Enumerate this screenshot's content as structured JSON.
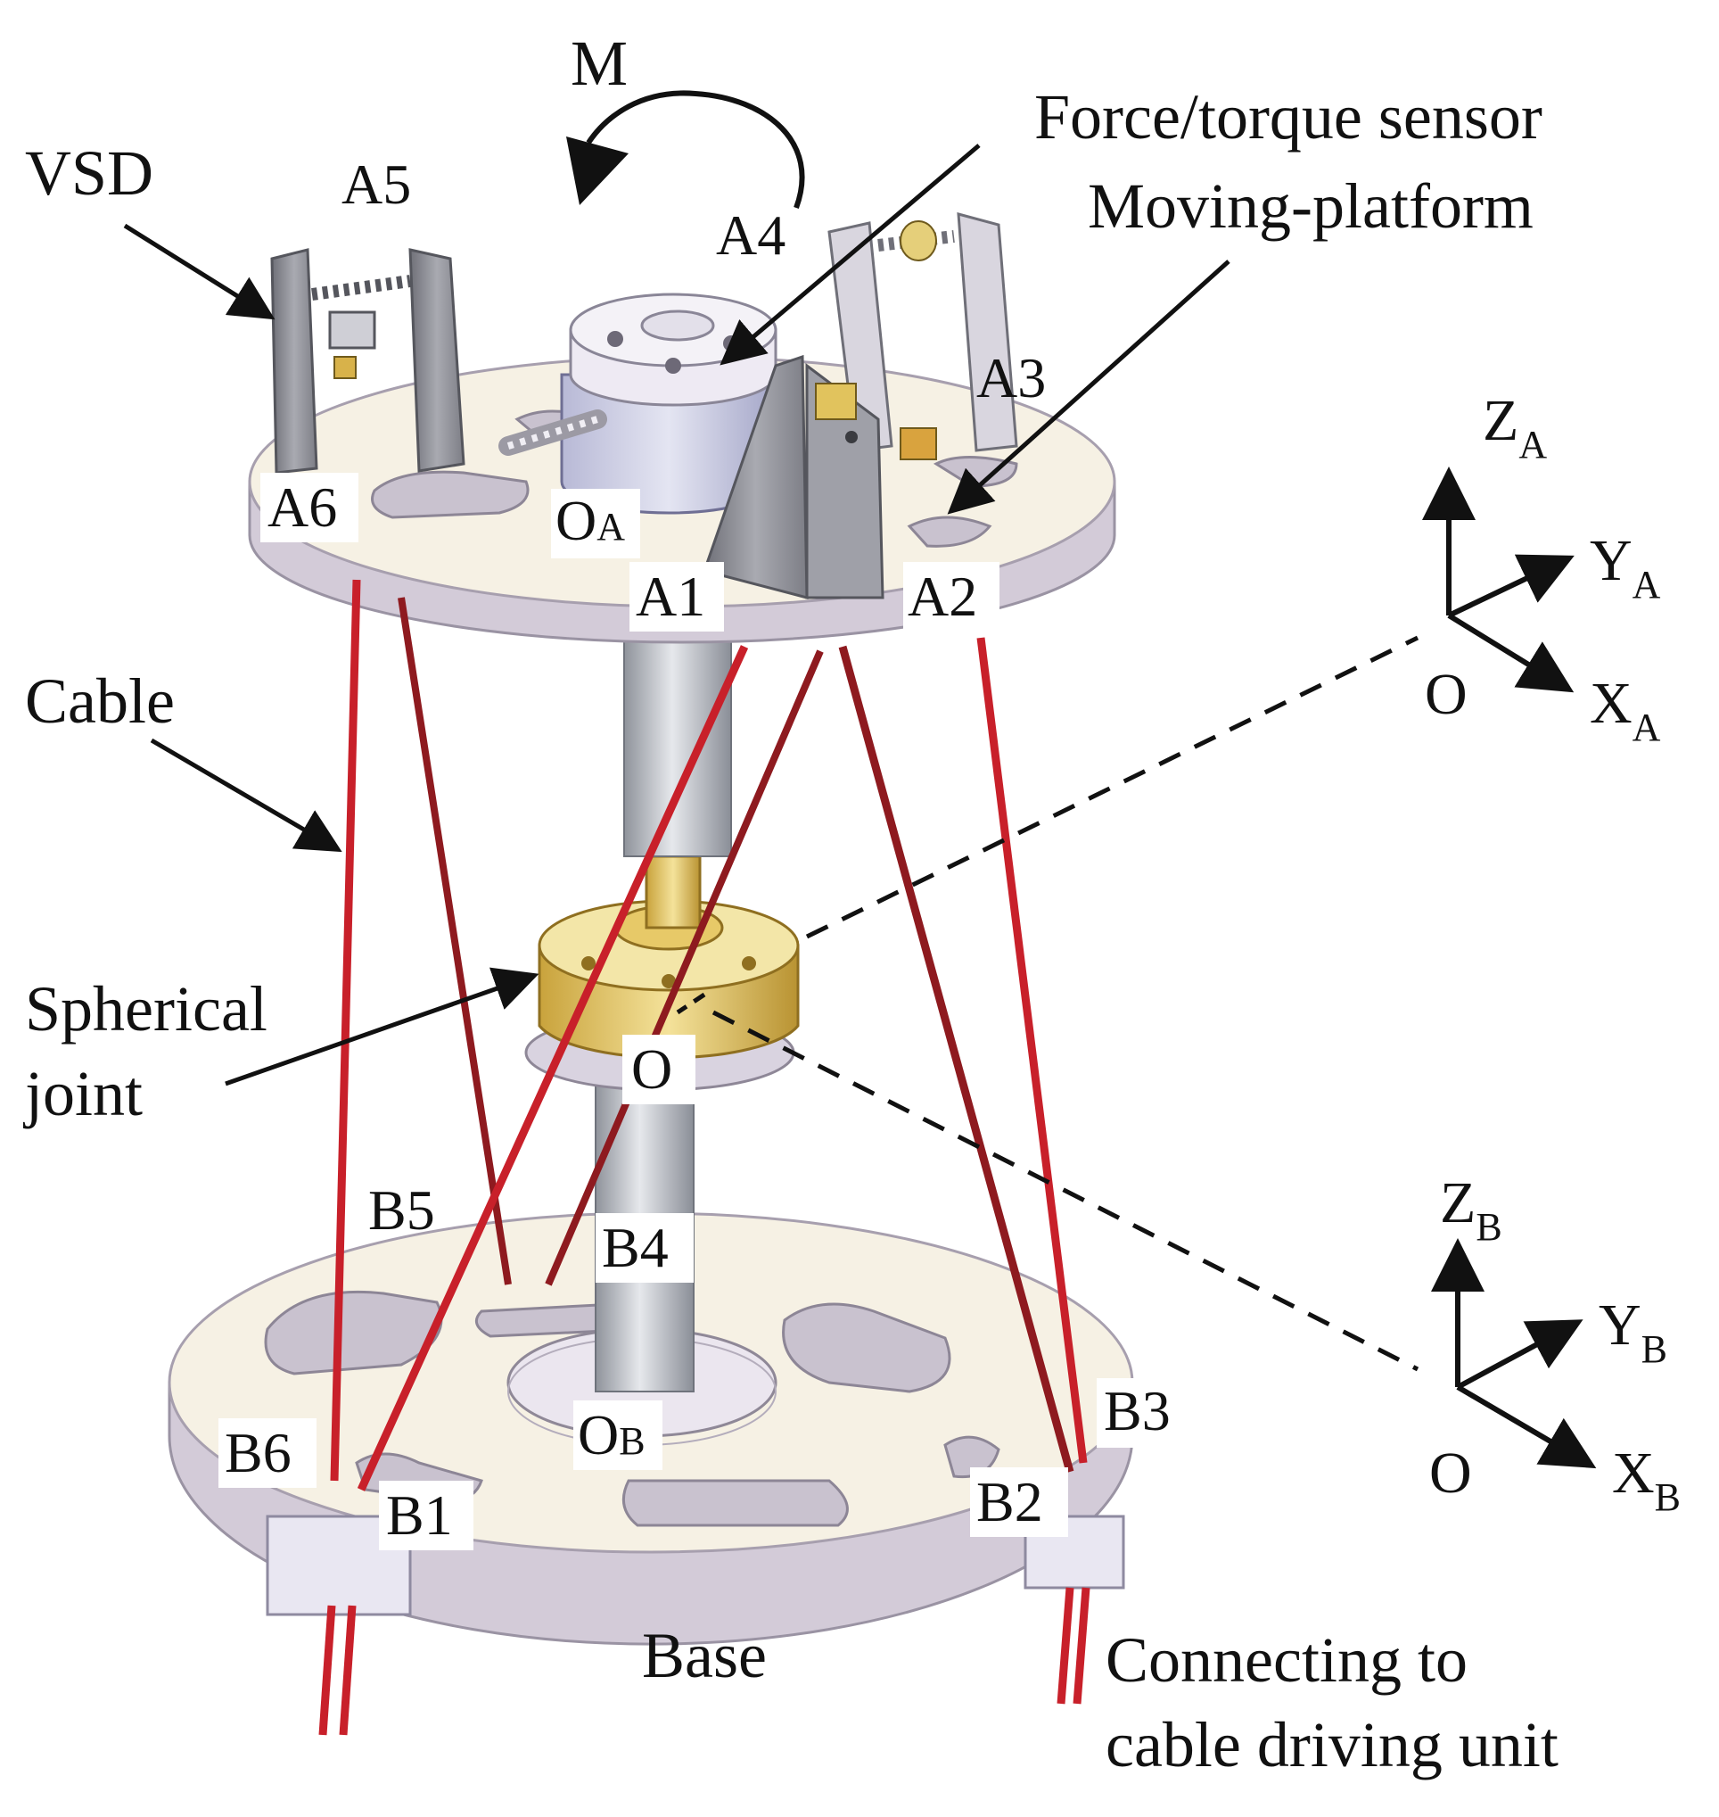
{
  "labels": {
    "moment": "M",
    "vsd": "VSD",
    "force_sensor": "Force/torque sensor",
    "moving_platform": "Moving-platform",
    "cable": "Cable",
    "spherical_line1": "Spherical",
    "spherical_line2": "joint",
    "base": "Base",
    "connecting_line1": "Connecting to",
    "connecting_line2": "cable driving unit"
  },
  "points": {
    "a1": "A1",
    "a2": "A2",
    "a3": "A3",
    "a4": "A4",
    "a5": "A5",
    "a6": "A6",
    "b1": "B1",
    "b2": "B2",
    "b3": "B3",
    "b4": "B4",
    "b5": "B5",
    "b6": "B6",
    "center_o": "O",
    "oa_main": "O",
    "oa_sub": "A",
    "ob_main": "O",
    "ob_sub": "B"
  },
  "frame_a": {
    "origin": "O",
    "z_main": "Z",
    "z_sub": "A",
    "y_main": "Y",
    "y_sub": "A",
    "x_main": "X",
    "x_sub": "A"
  },
  "frame_b": {
    "origin": "O",
    "z_main": "Z",
    "z_sub": "B",
    "y_main": "Y",
    "y_sub": "B",
    "x_main": "X",
    "x_sub": "B"
  },
  "colors": {
    "cable": "#c8202a",
    "cable_dark": "#8e1a1f",
    "platform": "#f6f1e4",
    "platform_edge": "#c9c0cf",
    "column": "#b9bcc4",
    "joint": "#e2c25a",
    "bracket": "#8e8f96"
  }
}
